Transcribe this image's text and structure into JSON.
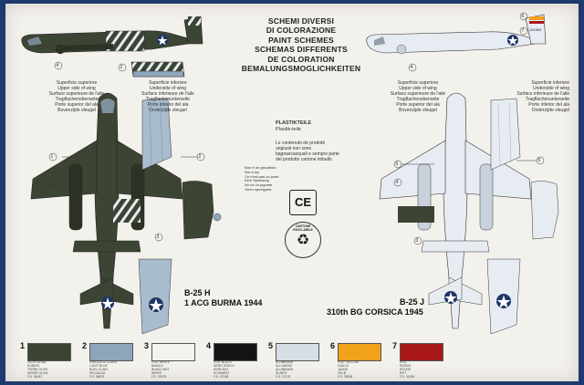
{
  "heading": {
    "lines": [
      "SCHEMI DIVERSI",
      "DI COLORAZIONE",
      "PAINT SCHEMES",
      "SCHEMAS DIFFERENTS",
      "DE COLORATION",
      "BEMALUNGSMOGLICHKEITEN"
    ]
  },
  "left_notes": {
    "upper_wing": [
      "Superficie superiore",
      "Upper side of wing",
      "Surface superieure de l'aile",
      "Tragflachenoberseite",
      "Porte superior del ala",
      "Bovenzijde vleugel"
    ],
    "lower_wing": [
      "Superficie inferiore",
      "Underside of wing",
      "Surface inferieure de l'aile",
      "Tragflachenunterseite",
      "Porte inferior del ala",
      "Onderzijde vleugel"
    ]
  },
  "right_notes": {
    "upper_wing": [
      "Superficie superiore",
      "Upper side of wing",
      "Surface superieure de l'aile",
      "Tragflachenoberseite",
      "Porte superior del ala",
      "Bovenzijde vleugel"
    ],
    "lower_wing": [
      "Superficie inferiore",
      "Underside of wing",
      "Surface inferieure de l'aile",
      "Tragflachenunterseite",
      "Porte inferior del ala",
      "Onderzijde vleugel"
    ]
  },
  "plastic_parts": {
    "title": "PLASTIKTEILE",
    "subtitle": "Plastik-teile",
    "paragraph": "Le contenuto de prodotti ungiusti non sono bagnascasquali e sempre parte del prodotto cartone imballo"
  },
  "warnings": [
    "Non e un giocattolo",
    "Not a toy",
    "Ce n'est pas un jouet",
    "Kein Spielzeug",
    "No es un juguete",
    "Geen speelgoed"
  ],
  "ce_mark": "CE",
  "recycle": {
    "label": "CARTONE RICICLABILE",
    "glyph": "♻"
  },
  "aircraft": {
    "left": {
      "model": "B-25 H",
      "unit": "1 ACG BURMA 1944"
    },
    "right": {
      "model": "B-25 J",
      "unit": "310th BG CORSICA 1945"
    }
  },
  "codes": {
    "right_tail": "151863"
  },
  "callouts": {
    "c1": "1",
    "c2": "2",
    "c3": "3",
    "c4": "4",
    "c5": "5",
    "c6": "6",
    "c7": "7"
  },
  "swatches": [
    {
      "num": "1",
      "color": "#3c4434",
      "note": "OLIVE DRAB\nDUNKEL\nTERRE OLIVE\nVERDE OLIVA\nF.S. 34087"
    },
    {
      "num": "2",
      "color": "#8ea6bc",
      "note": "GRIS AZUL CLARO\nLIGHT BLUE\nBLEU CLAIR\nHELLBLAU\nF.S. 35622"
    },
    {
      "num": "3",
      "color": "#f4f2ee",
      "note": "FLAT WHITE\nBIANCO\nBLANC MAT\nWEISS\nF.S. 37875"
    },
    {
      "num": "4",
      "color": "#141414",
      "note": "FLAT BLACK\nNERO OPACO\nNOIR MAT\nSCHWARZ\nF.S. 37038"
    },
    {
      "num": "5",
      "color": "#d6dee6",
      "note": "ALUMINIUM\nALLUMINIO\nALUMINIUM\nSILBER\nF.S. 17178"
    },
    {
      "num": "6",
      "color": "#f0a21a",
      "note": "FLAT YELLOW\nGIALLO\nJAUNE\nGELB\nF.S. 33538"
    },
    {
      "num": "7",
      "color": "#a81818",
      "note": "RED\nROSSO\nROUGE\nROT\nF.S. 31136"
    }
  ],
  "colors": {
    "olive": "#3c4434",
    "silver": "#e7ecf2",
    "blue_underside": "#a9bccd",
    "roundel_blue": "#1f3566",
    "yellow": "#f0a21a",
    "red": "#a81818"
  }
}
